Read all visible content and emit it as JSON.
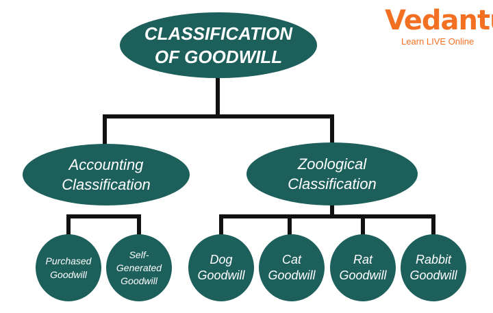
{
  "root": {
    "label": "CLASSIFICATION OF GOODWILL"
  },
  "categories": [
    {
      "label": "Accounting Classification",
      "children": [
        {
          "label": "Purchased Goodwill"
        },
        {
          "label": "Self-Generated Goodwill"
        }
      ]
    },
    {
      "label": "Zoological Classification",
      "children": [
        {
          "label": "Dog Goodwill"
        },
        {
          "label": "Cat Goodwill"
        },
        {
          "label": "Rat Goodwill"
        },
        {
          "label": "Rabbit Goodwill"
        }
      ]
    }
  ],
  "logo": {
    "name": "Vedantu",
    "tagline": "Learn LIVE Online"
  },
  "colors": {
    "node_fill": "#1d5f5b",
    "connector": "#111111",
    "logo": "#f36f21",
    "text": "#ffffff"
  }
}
